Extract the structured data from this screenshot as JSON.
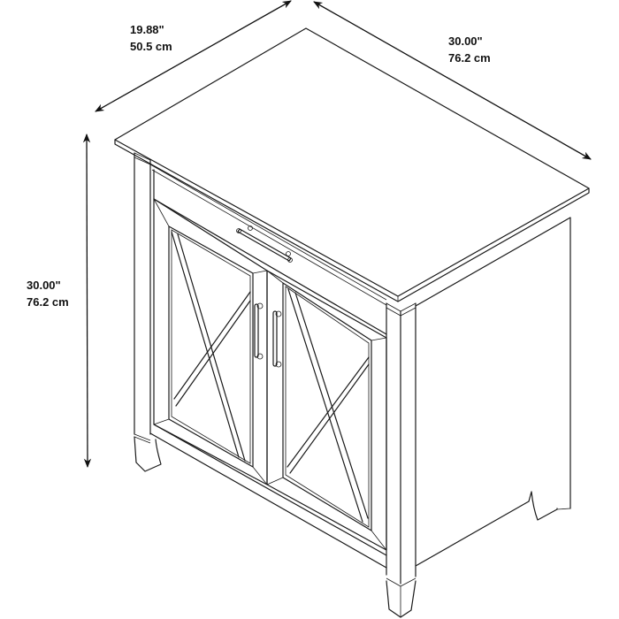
{
  "drawing": {
    "subject": "Two-door cabinet with drawer and X-pattern glass doors",
    "line_color": "#1a1a1a",
    "background": "#ffffff"
  },
  "dimensions": {
    "depth": {
      "inches": "19.88\"",
      "cm": "50.5 cm"
    },
    "width": {
      "inches": "30.00\"",
      "cm": "76.2 cm"
    },
    "height": {
      "inches": "30.00\"",
      "cm": "76.2 cm"
    }
  }
}
